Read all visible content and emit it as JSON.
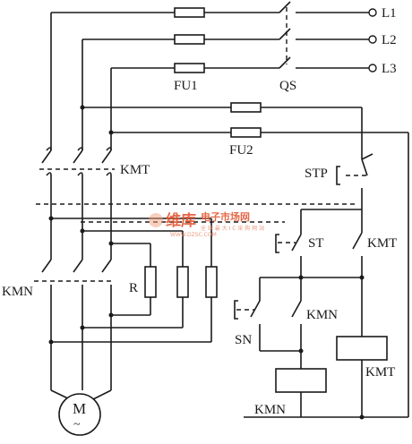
{
  "labels": {
    "L1": "L1",
    "L2": "L2",
    "L3": "L3",
    "FU1": "FU1",
    "QS": "QS",
    "FU2": "FU2",
    "KMT_main": "KMT",
    "STP": "STP",
    "ST": "ST",
    "KMT_aux": "KMT",
    "KMN_main": "KMN",
    "R": "R",
    "KMN_aux": "KMN",
    "SN": "SN",
    "KMT_coil": "KMT",
    "KMN_coil": "KMN",
    "motor": "M",
    "motor_sym": "~"
  },
  "watermark": {
    "brand": "维库",
    "sub1": "电子市场网",
    "sub2": "全 球 最 大 I C 采 购 网 站",
    "url": "WWW.DZSC.COM"
  }
}
